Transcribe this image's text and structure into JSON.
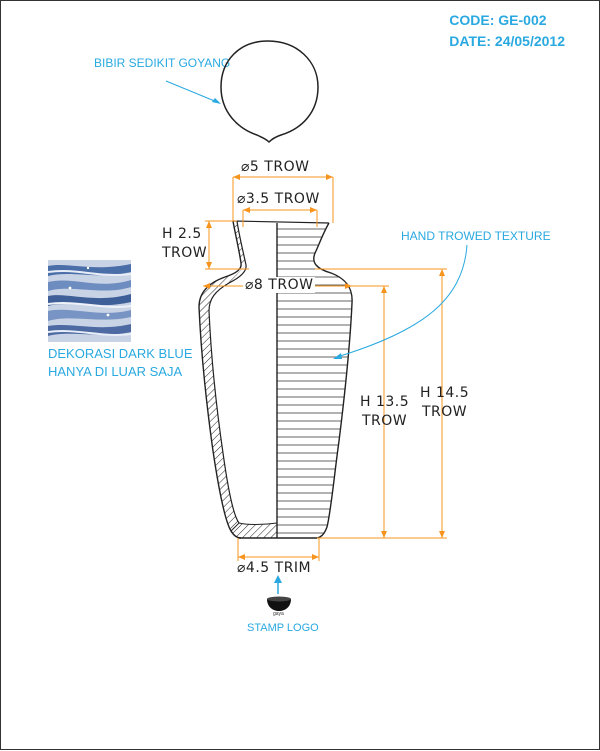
{
  "header": {
    "code": "CODE: GE-002",
    "date": "DATE: 24/05/2012"
  },
  "notes": {
    "lip": "BIBIR SEDIKIT GOYANG",
    "texture": "HAND TROWED TEXTURE",
    "decoration_line1": "DEKORASI DARK BLUE",
    "decoration_line2": "HANYA DI LUAR SAJA",
    "stamp": "STAMP LOGO",
    "stamp_mark": "gaya"
  },
  "dimensions": {
    "d5": "⌀5 TROW",
    "d35": "⌀3.5 TROW",
    "h25_line1": "H 2.5",
    "h25_line2": "TROW",
    "d8": "⌀8 TROW",
    "h135_line1": "H 13.5",
    "h135_line2": "TROW",
    "h145_line1": "H 14.5",
    "h145_line2": "TROW",
    "d45": "⌀4.5 TRIM"
  },
  "colors": {
    "accent": "#29a9e0",
    "dimension": "#f7941d",
    "line": "#222222",
    "decoration_blue": "#5a7fb8"
  }
}
